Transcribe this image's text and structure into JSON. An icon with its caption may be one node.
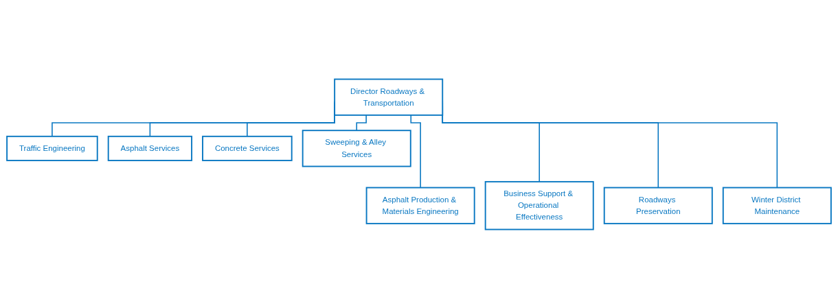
{
  "diagram": {
    "nodes": [
      {
        "text": [
          "Director Roadways & Transportation"
        ]
      },
      {
        "text": [
          "Traffic Engineering"
        ]
      },
      {
        "text": [
          "Asphalt Services"
        ]
      },
      {
        "text": [
          "Concrete Services"
        ]
      },
      {
        "text": [
          "Sweeping & Alley Services"
        ]
      },
      {
        "text": [
          "Asphalt Production & Materials Engineering"
        ]
      },
      {
        "text": [
          "Business Support & Operational Effectiveness"
        ]
      },
      {
        "text": [
          "Roadways Preservation"
        ]
      },
      {
        "text": [
          "Winter District Maintenance"
        ]
      }
    ],
    "edges": [
      {
        "from": 0,
        "to": 1,
        "arrow": "none"
      },
      {
        "from": 0,
        "to": 5,
        "arrow": "none"
      },
      {
        "from": 0,
        "to": 2,
        "arrow": "none"
      },
      {
        "from": 0,
        "to": 6,
        "arrow": "none"
      },
      {
        "from": 0,
        "to": 3,
        "arrow": "none"
      },
      {
        "from": 0,
        "to": 7,
        "arrow": "none"
      },
      {
        "from": 0,
        "to": 4,
        "arrow": "none"
      },
      {
        "from": 0,
        "to": 8,
        "arrow": "none"
      }
    ]
  }
}
